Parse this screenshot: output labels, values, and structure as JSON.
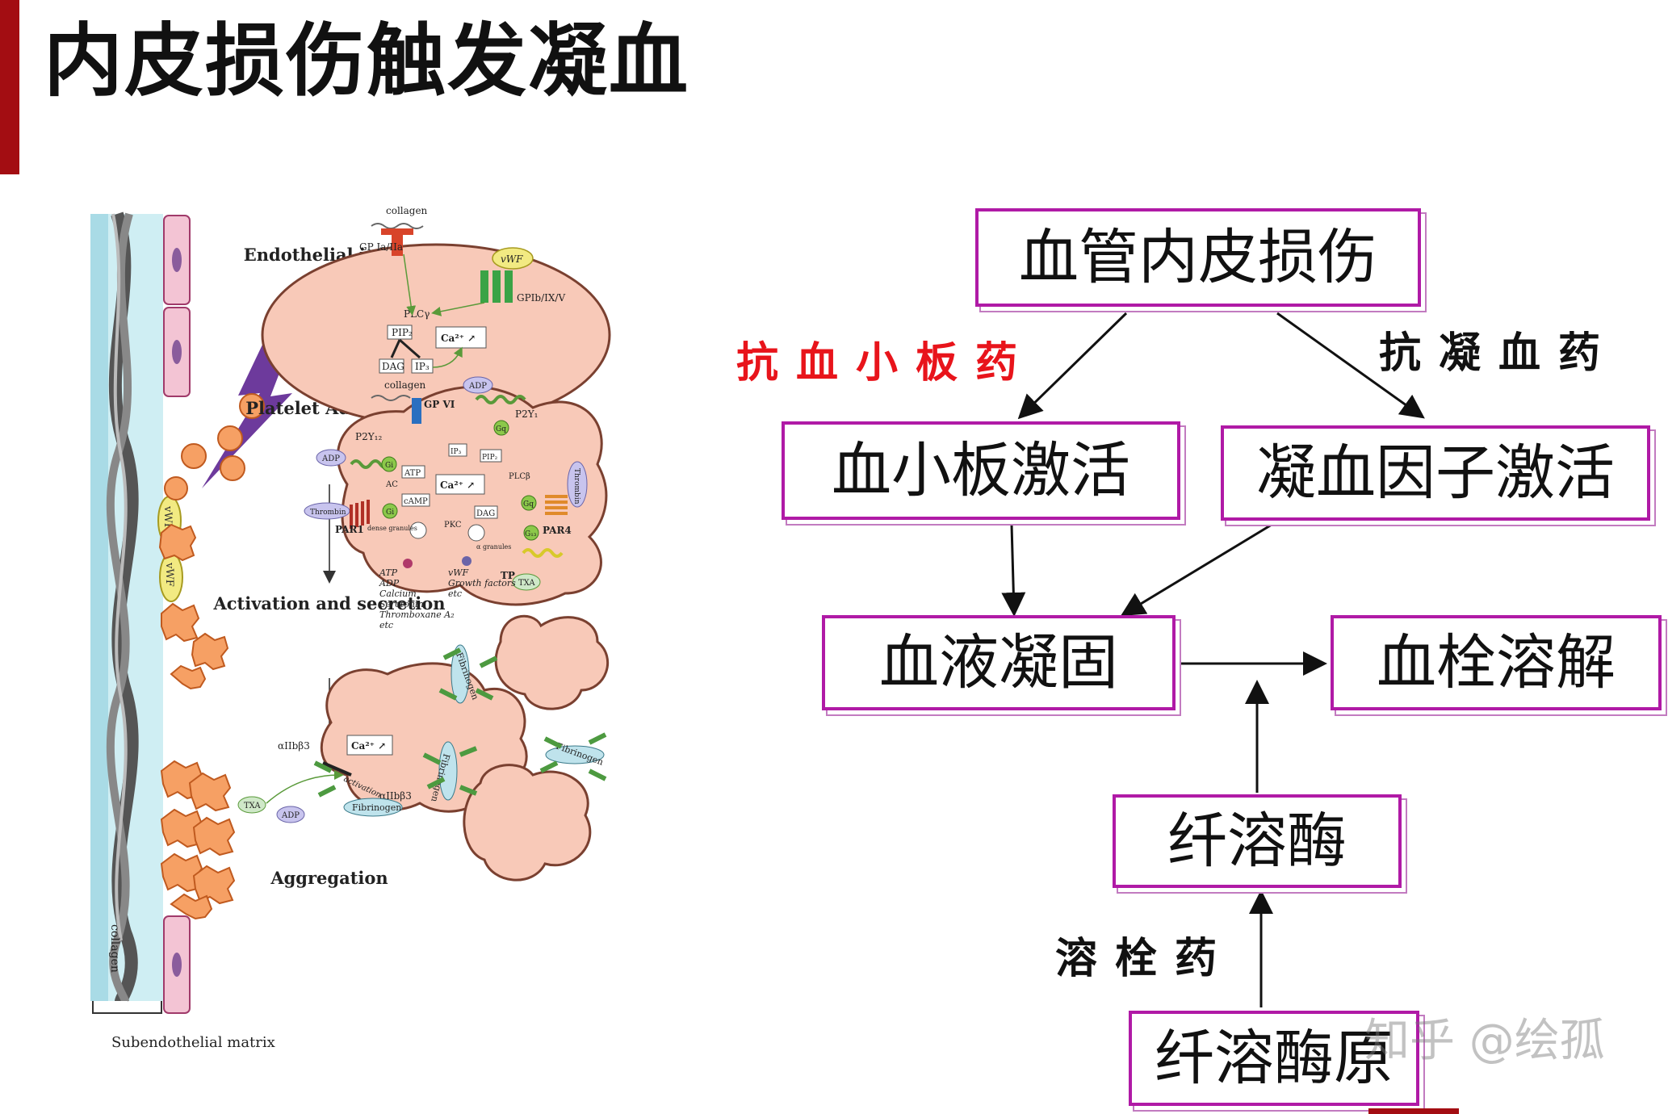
{
  "slide": {
    "title": "内皮损伤触发凝血",
    "accent_color": "#a30d12",
    "box_border_color": "#b01aa6"
  },
  "figure": {
    "stages": [
      "Endothelial injury",
      "Platelet Adhesion",
      "Activation and secretion",
      "Aggregation"
    ],
    "vessel": {
      "collagen_label": "collagen",
      "vwf_label": "vWF",
      "subendothelial_label": "Subendothelial matrix"
    },
    "adhesion_panel": {
      "collagen": "collagen",
      "gp_ia_iia": "GP Ia/IIa",
      "vwf": "vWF",
      "gpib": "GPIb/IX/V",
      "plc": "PLCγ",
      "pip2": "PIP₂",
      "ca": "Ca²⁺ ↗",
      "dag": "DAG",
      "ip3": "IP₃"
    },
    "activation_panel": {
      "collagen": "collagen",
      "gpvi": "GP VI",
      "adp_top": "ADP",
      "p2y1": "P2Y₁",
      "gq_top": "Gq",
      "p2y12": "P2Y₁₂",
      "adp_left": "ADP",
      "gi1": "Gi",
      "ac": "AC",
      "atp": "ATP",
      "camp": "cAMP",
      "ip3": "IP₃",
      "pip2": "PIP₂",
      "ca": "Ca²⁺ ↗",
      "plcb": "PLCβ",
      "dag": "DAG",
      "pkc": "PKC",
      "thrombin_left": "Thrombin",
      "par1": "PAR1",
      "gi2": "Gi",
      "gq_right": "Gq",
      "thrombin_right": "Thrombin",
      "par4": "PAR4",
      "g13": "G₁₃",
      "dense": "dense granules",
      "alpha": "α granules",
      "tp": "TP",
      "txa": "TXA",
      "dense_contents": [
        "ATP",
        "ADP",
        "Calcium",
        "Serotonin",
        "Thromboxane A₂",
        "etc"
      ],
      "alpha_contents": [
        "vWF",
        "Growth factors",
        "etc"
      ]
    },
    "aggregation_panel": {
      "aiib_left": "αIIbβ3",
      "ca": "Ca²⁺ ↗",
      "activation": "activation",
      "aiib_bottom": "αIIbβ3",
      "fibrinogen": "Fibrinogen",
      "txa": "TXA",
      "adp": "ADP"
    }
  },
  "flow": {
    "vascular_injury": "血管内皮损伤",
    "platelet_activation": "血小板激活",
    "coag_factor_activation": "凝血因子激活",
    "coagulation": "血液凝固",
    "thrombolysis": "血栓溶解",
    "plasmin": "纤溶酶",
    "plasminogen": "纤溶酶原",
    "antiplatelet_drug": "抗血小板药",
    "anticoagulant_drug": "抗凝血药",
    "thrombolytic_drug": "溶栓药",
    "antiplatelet_color": "#e8141b",
    "drug_color": "#111111"
  },
  "watermark": "知乎 @绘孤"
}
